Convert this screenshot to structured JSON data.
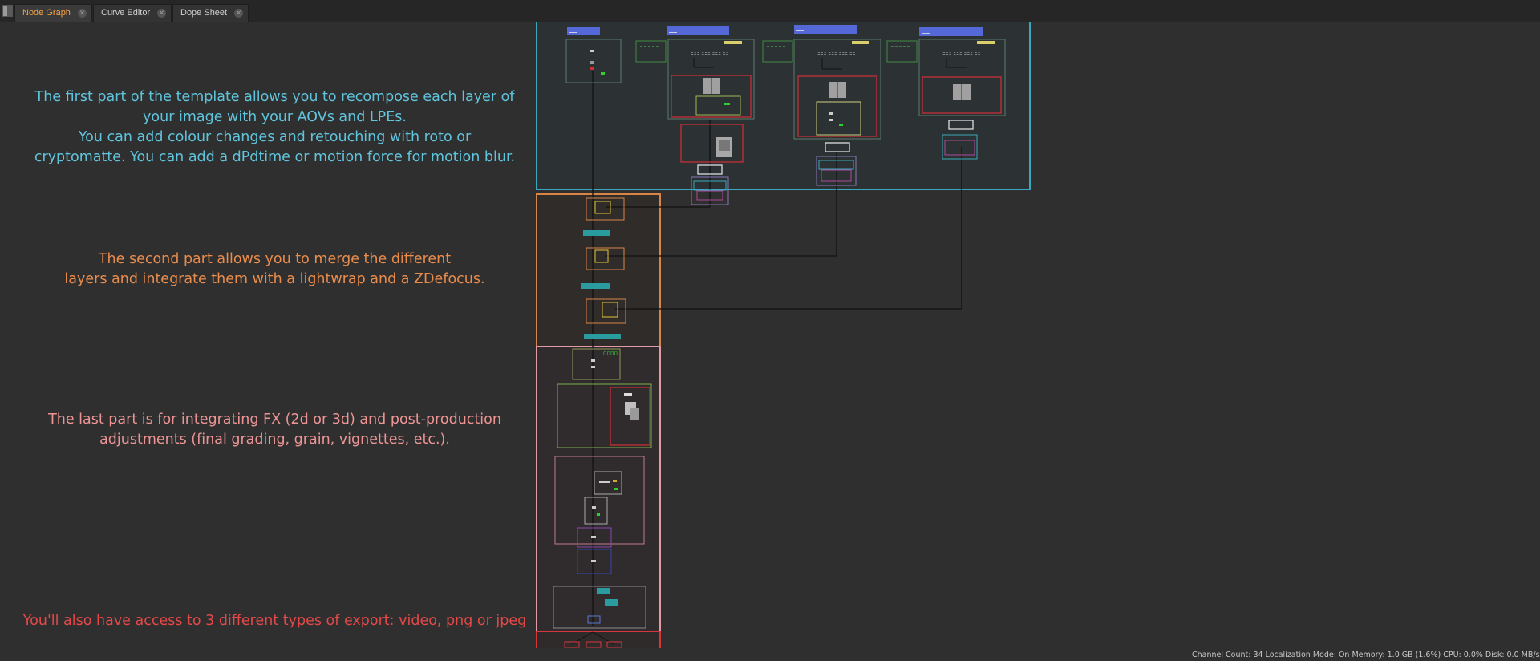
{
  "tabs": [
    {
      "label": "Node Graph",
      "active": true
    },
    {
      "label": "Curve Editor",
      "active": false
    },
    {
      "label": "Dope Sheet",
      "active": false
    }
  ],
  "notes": {
    "part1": [
      "The first part of the template allows you to recompose each layer of",
      "your image with your AOVs and LPEs.",
      "You can add colour changes and retouching with roto or",
      "cryptomatte. You can add a dPdtime or motion force for motion blur."
    ],
    "part2": [
      "The second part allows you to merge the different",
      "layers and integrate them with a lightwrap and a ZDefocus."
    ],
    "part3": [
      "The last part is for integrating FX (2d or 3d) and post-production",
      "adjustments (final grading, grain, vignettes, etc.)."
    ],
    "export": "You'll also have access to 3 different types of export: video, png or jpeg"
  },
  "status_bar": "Channel Count: 34  Localization Mode: On  Memory: 1.0 GB (1.6%)  CPU: 0.0%  Disk: 0.0 MB/s",
  "colors": {
    "background": "#2f2f2f",
    "active_tab": "#f3a447",
    "part1": "#5fc4dc",
    "part2": "#e98c4c",
    "part3": "#ee9494",
    "export": "#e44848",
    "backdrop_recompose": "#3aa8c0",
    "backdrop_merge": "#d98545",
    "backdrop_fx": "#e39aa7",
    "backdrop_export": "#d8353d"
  }
}
